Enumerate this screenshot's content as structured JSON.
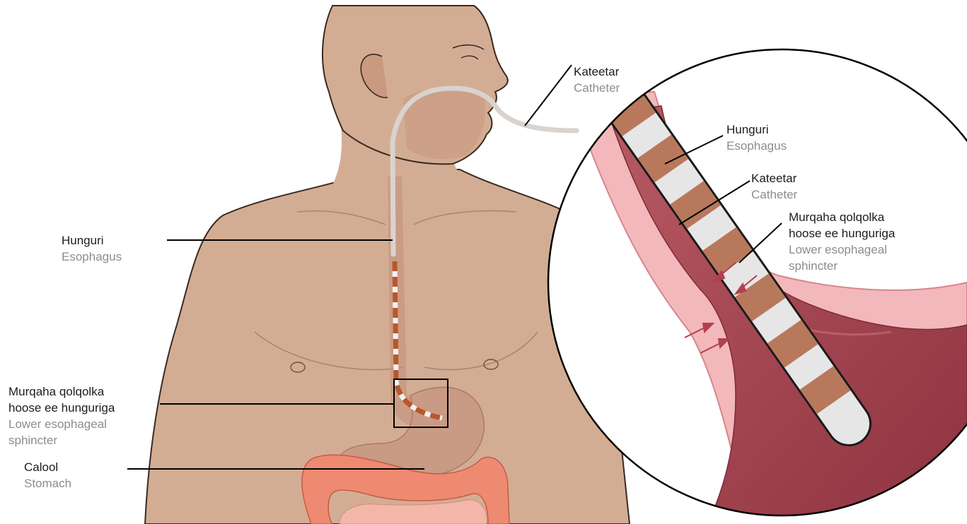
{
  "labels": {
    "esophagus_left": {
      "so": "Hunguri",
      "en": "Esophagus"
    },
    "les_left": {
      "so_line1": "Murqaha qolqolka",
      "so_line2": "hoose ee hunguriga",
      "en_line1": "Lower esophageal",
      "en_line2": "sphincter"
    },
    "stomach_left": {
      "so": "Calool",
      "en": "Stomach"
    },
    "catheter_top": {
      "so": "Kateetar",
      "en": "Catheter"
    },
    "esophagus_zoom": {
      "so": "Hunguri",
      "en": "Esophagus"
    },
    "catheter_zoom": {
      "so": "Kateetar",
      "en": "Catheter"
    },
    "les_zoom": {
      "so_line1": "Murqaha qolqolka",
      "so_line2": "hoose ee hunguriga",
      "en_line1": "Lower esophageal",
      "en_line2": "sphincter"
    }
  },
  "colors": {
    "skin": "#d3ad93",
    "skin_outline": "#3a2a22",
    "colon": "#ee8a72",
    "stomach": "#c99a84",
    "catheter_band_brown": "#b8785c",
    "catheter_band_white": "#e6e6e6",
    "esophagus_wall": "#f2b8bb",
    "esophagus_lumen": "#a8454f",
    "leader_line": "#000000"
  }
}
